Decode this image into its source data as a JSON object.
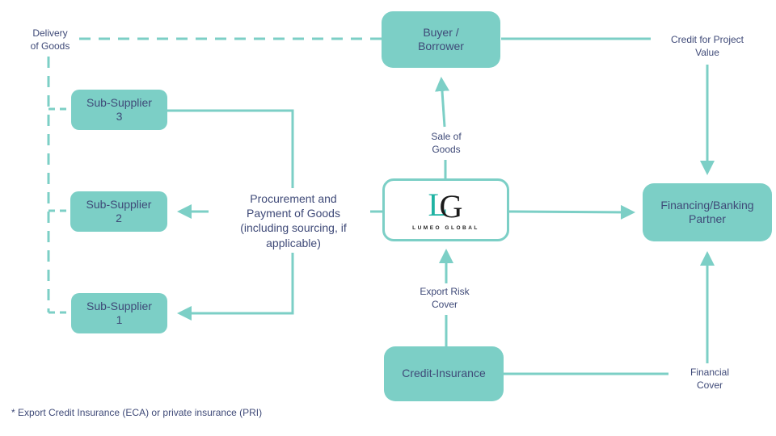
{
  "colors": {
    "accent": "#7ccfc6",
    "text": "#3f4a78",
    "logo_teal": "#1fb3a3",
    "logo_dark": "#1a1a1a"
  },
  "nodes": {
    "buyer": "Buyer /\nBorrower",
    "sub_supplier_3": "Sub-Supplier\n3",
    "sub_supplier_2": "Sub-Supplier\n2",
    "sub_supplier_1": "Sub-Supplier\n1",
    "financing_partner": "Financing/Banking\nPartner",
    "credit_insurance": "Credit-Insurance",
    "lumeo": {
      "logo_letters_l": "L",
      "logo_letters_g": "G",
      "name": "LUMEO GLOBAL"
    }
  },
  "edge_labels": {
    "delivery": "Delivery\nof Goods",
    "credit_project": "Credit for Project\nValue",
    "sale_goods": "Sale of\nGoods",
    "procurement": "Procurement and\nPayment of Goods\n(including sourcing, if\napplicable)",
    "export_risk": "Export Risk\nCover",
    "financial_cover": "Financial\nCover"
  },
  "footnote": "* Export Credit Insurance (ECA) or private insurance (PRI)"
}
